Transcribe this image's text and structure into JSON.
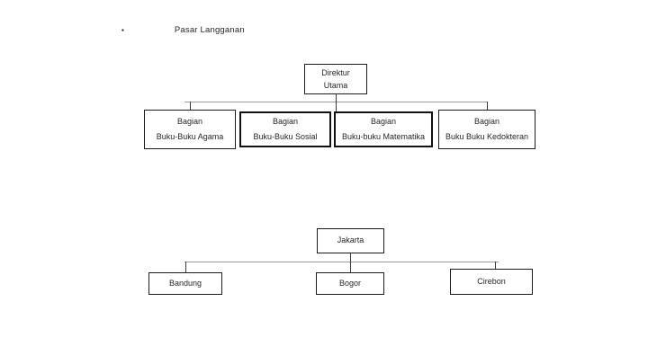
{
  "slide": {
    "bullet": {
      "glyph": "▪",
      "label": "Pasar Langganan"
    }
  },
  "org_chart": {
    "root": {
      "line1": "Direktur",
      "line2": "Utama"
    },
    "children": [
      {
        "line1": "Bagian",
        "line2": "Buku-Buku Agama"
      },
      {
        "line1": "Bagian",
        "line2": "Buku-Buku Sosial"
      },
      {
        "line1": "Bagian",
        "line2": "Buku-buku Matematika"
      },
      {
        "line1": "Bagian",
        "line2": "Buku Buku Kedokteran"
      }
    ]
  },
  "city_chart": {
    "root": {
      "label": "Jakarta"
    },
    "children": [
      {
        "label": "Bandung"
      },
      {
        "label": "Bogor"
      },
      {
        "label": "Cirebon"
      }
    ]
  },
  "colors": {
    "background": "#ffffff",
    "box_border": "#1c1c1c",
    "box_border_thick": "#111111",
    "text": "#262626",
    "connector": "#6b6b6b"
  }
}
